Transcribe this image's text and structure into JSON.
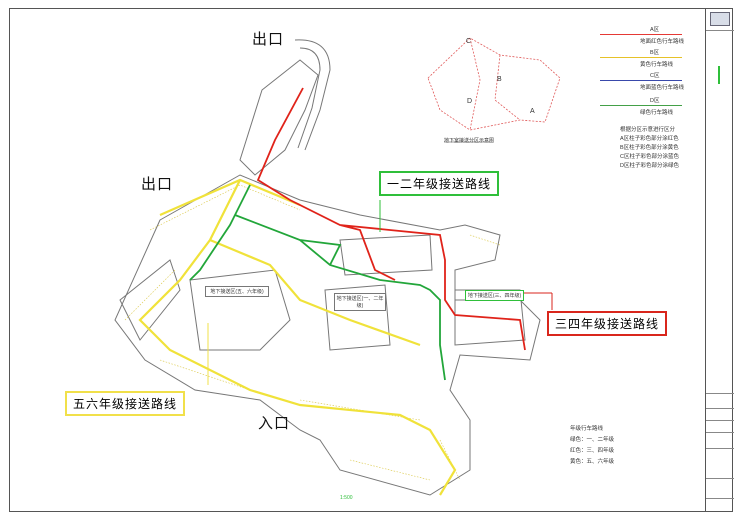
{
  "labels": {
    "exit_top": "出口",
    "exit_left": "出口",
    "entrance": "入口"
  },
  "callouts": {
    "grade12": "一二年级接送路线",
    "grade34": "三四年级接送路线",
    "grade56": "五六年级接送路线"
  },
  "zones": {
    "z56": "地下接送区(五、六年级)",
    "z12": "地下接送区(一、二年级)",
    "z34": "地下接送区(三、四年级)"
  },
  "keymap": {
    "caption": "地下室接送分区示意图",
    "areas": [
      "C",
      "B",
      "D",
      "A"
    ]
  },
  "legend": {
    "items": [
      {
        "code": "A区",
        "desc": "地面红色行车路线",
        "color": "#e53935"
      },
      {
        "code": "B区",
        "desc": "黄色行车路线",
        "color": "#e6c229"
      },
      {
        "code": "C区",
        "desc": "地面蓝色行车路线",
        "color": "#3949ab"
      },
      {
        "code": "D区",
        "desc": "绿色行车路线",
        "color": "#43a047"
      }
    ],
    "notes": [
      "根据分区示意进行区分",
      "A区柱子彩色部分涂红色",
      "B区柱子彩色部分涂黄色",
      "C区柱子彩色部分涂蓝色",
      "D区柱子彩色部分涂绿色"
    ]
  },
  "route_note": {
    "title": "年级行车路线",
    "lines": [
      "绿色：一、二年级",
      "红色：三、四年级",
      "黄色：五、六年级"
    ]
  },
  "colors": {
    "green": "#22a63a",
    "red": "#e0231a",
    "yellow": "#f0e23a",
    "callout_green": "#2fbf3a",
    "callout_red": "#d9261c",
    "callout_yellow": "#f1e04a"
  },
  "title_block": {
    "rows": [
      "",
      "",
      "",
      ""
    ]
  },
  "scale_note": "1:500"
}
